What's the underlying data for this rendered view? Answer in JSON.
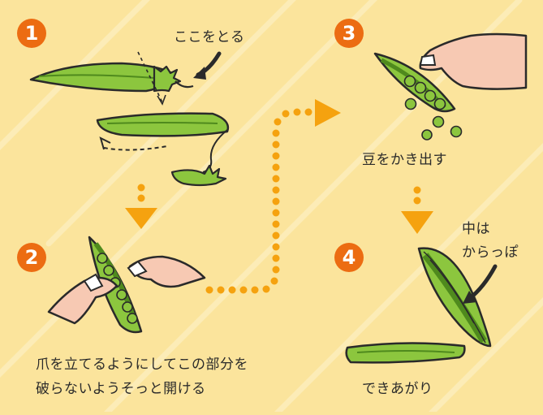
{
  "colors": {
    "background": "#fbe49c",
    "stripe": "#fdeebc",
    "badge": "#ec6c12",
    "arrow": "#f5a20f",
    "pod": "#8cc63e",
    "pod_dark": "#4f8a1d",
    "outline": "#2a2a2a",
    "skin": "#f7c9b3"
  },
  "steps": [
    {
      "number": "1",
      "labels": [
        "ここをとる"
      ]
    },
    {
      "number": "2",
      "labels": [
        "爪を立てるようにしてこの部分を",
        "破らないようそっと開ける"
      ]
    },
    {
      "number": "3",
      "labels": [
        "豆をかき出す"
      ]
    },
    {
      "number": "4",
      "labels": [
        "中は",
        "からっぽ",
        "できあがり"
      ]
    }
  ],
  "icons": [
    "pea-pod-icon",
    "stem-tip-icon",
    "hand-icon",
    "peas-icon",
    "arrow-down-icon",
    "arrow-right-icon"
  ]
}
